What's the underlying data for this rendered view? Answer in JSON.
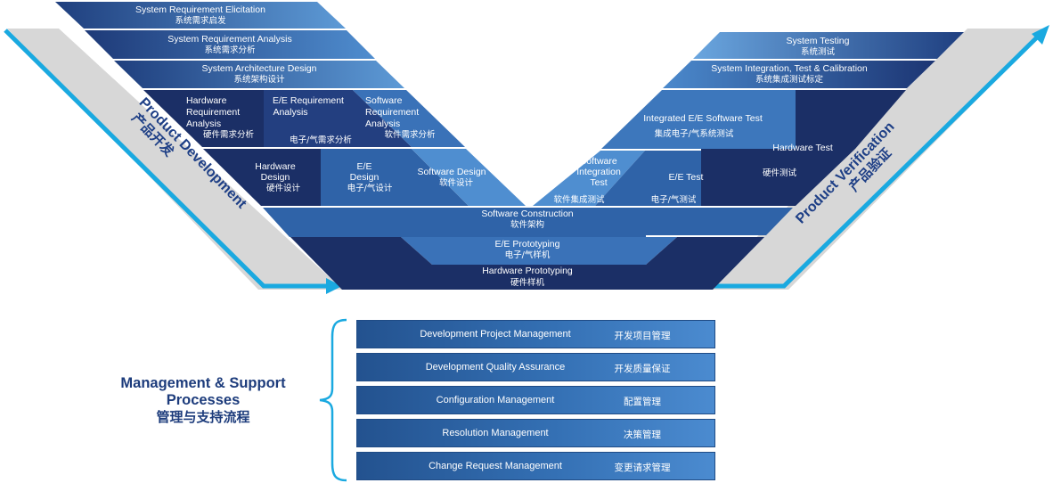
{
  "left_phase": {
    "en": "Product Development",
    "cn": "产品开发"
  },
  "right_phase": {
    "en": "Product Verification",
    "cn": "产品验证"
  },
  "left_stack": [
    {
      "en": "System Requirement Elicitation",
      "cn": "系统需求启发"
    },
    {
      "en": "System Requirement Analysis",
      "cn": "系统需求分析"
    },
    {
      "en": "System Architecture Design",
      "cn": "系统架构设计"
    }
  ],
  "requirement_analysis": [
    {
      "en1": "Hardware",
      "en2": "Requirement",
      "en3": "Analysis",
      "cn": "硬件需求分析"
    },
    {
      "en1": "E/E Requirement",
      "en2": "Analysis",
      "cn": "电子/气需求分析"
    },
    {
      "en1": "Software",
      "en2": "Requirement",
      "en3": "Analysis",
      "cn": "软件需求分析"
    }
  ],
  "design": [
    {
      "en1": "Hardware",
      "en2": "Design",
      "cn": "硬件设计"
    },
    {
      "en1": "E/E",
      "en2": "Design",
      "cn": "电子/气设计"
    },
    {
      "en1": "Software Design",
      "cn": "软件设计"
    }
  ],
  "bottom_stack": [
    {
      "en": "Software Construction",
      "cn": "软件架构"
    },
    {
      "en": "E/E Prototyping",
      "cn": "电子/气样机"
    },
    {
      "en": "Hardware Prototyping",
      "cn": "硬件样机"
    }
  ],
  "right_stack": [
    {
      "en": "System Testing",
      "cn": "系统测试"
    },
    {
      "en": "System Integration, Test & Calibration",
      "cn": "系统集成测试标定"
    }
  ],
  "tests": [
    {
      "en": "Integrated E/E Software Test",
      "cn": "集成电子/气系统测试"
    },
    {
      "en": "Hardware Test",
      "cn": "硬件测试"
    },
    {
      "en1": "Software",
      "en2": "Integration",
      "en3": "Test",
      "cn": "软件集成测试"
    },
    {
      "en": "E/E Test",
      "cn": "电子/气测试"
    }
  ],
  "management": {
    "title_line1": "Management & Support",
    "title_line2": "Processes",
    "title_cn": "管理与支持流程",
    "items": [
      {
        "en": "Development Project Management",
        "cn": "开发项目管理"
      },
      {
        "en": "Development Quality Assurance",
        "cn": "开发质量保证"
      },
      {
        "en": "Configuration Management",
        "cn": "配置管理"
      },
      {
        "en": "Resolution Management",
        "cn": "决策管理"
      },
      {
        "en": "Change Request Management",
        "cn": "变更请求管理"
      }
    ]
  },
  "colors": {
    "dark_navy": "#1b2f66",
    "mid_blue": "#2f63a8",
    "light_blue": "#5a96d4",
    "arrow_cyan": "#1aa9e0",
    "side_gray": "#d7d7d7",
    "title_navy": "#1d3c7c"
  }
}
